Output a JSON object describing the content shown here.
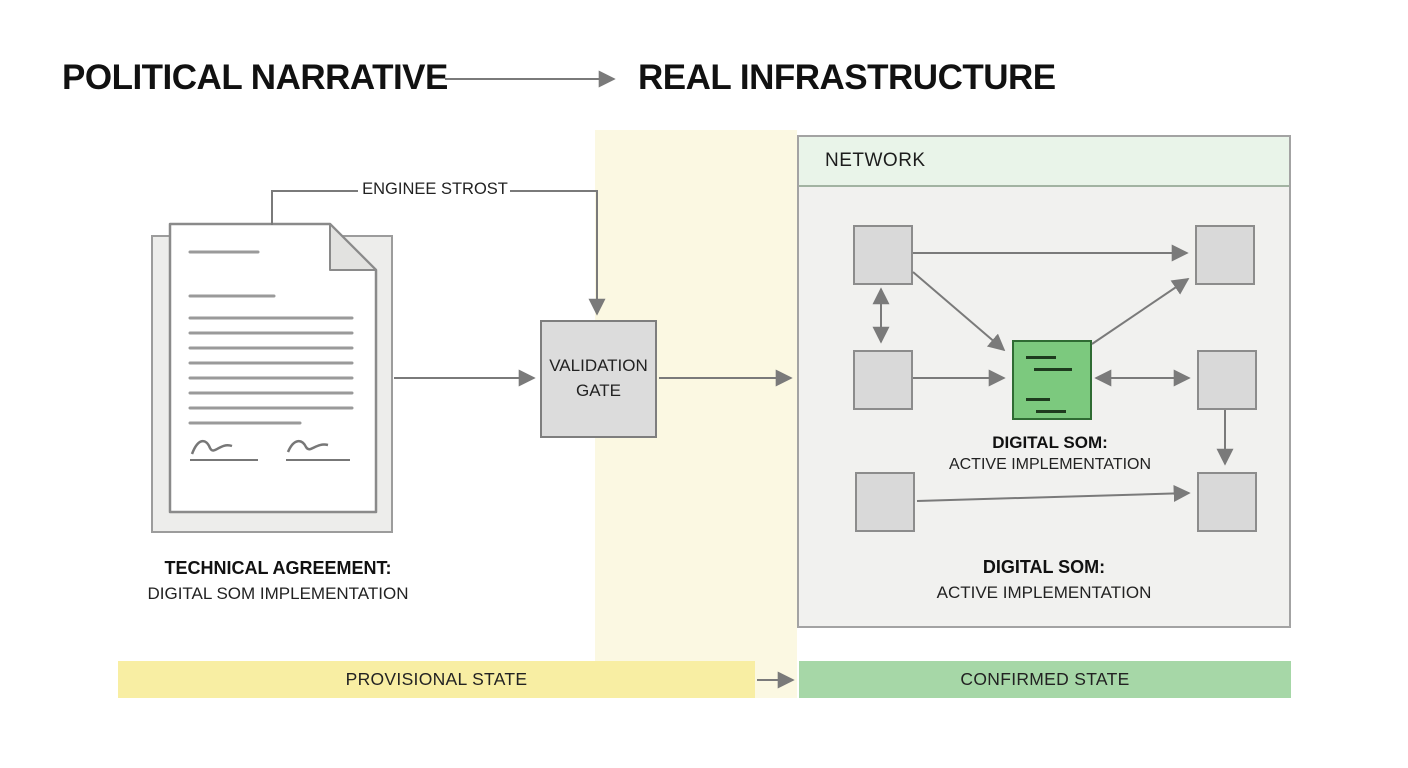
{
  "header": {
    "left_title": "POLITICAL NARRATIVE",
    "right_title": "REAL INFRASTRUCTURE"
  },
  "document": {
    "callout_label": "ENGINEE STROST",
    "caption_title": "TECHNICAL AGREEMENT:",
    "caption_subtitle": "DIGITAL SOM IMPLEMENTATION"
  },
  "gate": {
    "label": "VALIDATION GATE"
  },
  "network": {
    "title": "NETWORK",
    "node_caption_title": "DIGITAL SOM:",
    "node_caption_subtitle": "ACTIVE IMPLEMENTATION",
    "panel_caption_title": "DIGITAL SOM:",
    "panel_caption_subtitle": "ACTIVE IMPLEMENTATION"
  },
  "footer": {
    "provisional_label": "PROVISIONAL STATE",
    "confirmed_label": "CONFIRMED STATE"
  },
  "colors": {
    "provisional_band": "#FBF8E2",
    "provisional_bar": "#F8EEA3",
    "confirmed_bar": "#A6D7A7",
    "network_header": "#E9F4E9",
    "network_body": "#F1F1EF",
    "active_node_green": "#7CC97E",
    "node_gray": "#D9D9D9",
    "connector_gray": "#7A7A7A"
  }
}
